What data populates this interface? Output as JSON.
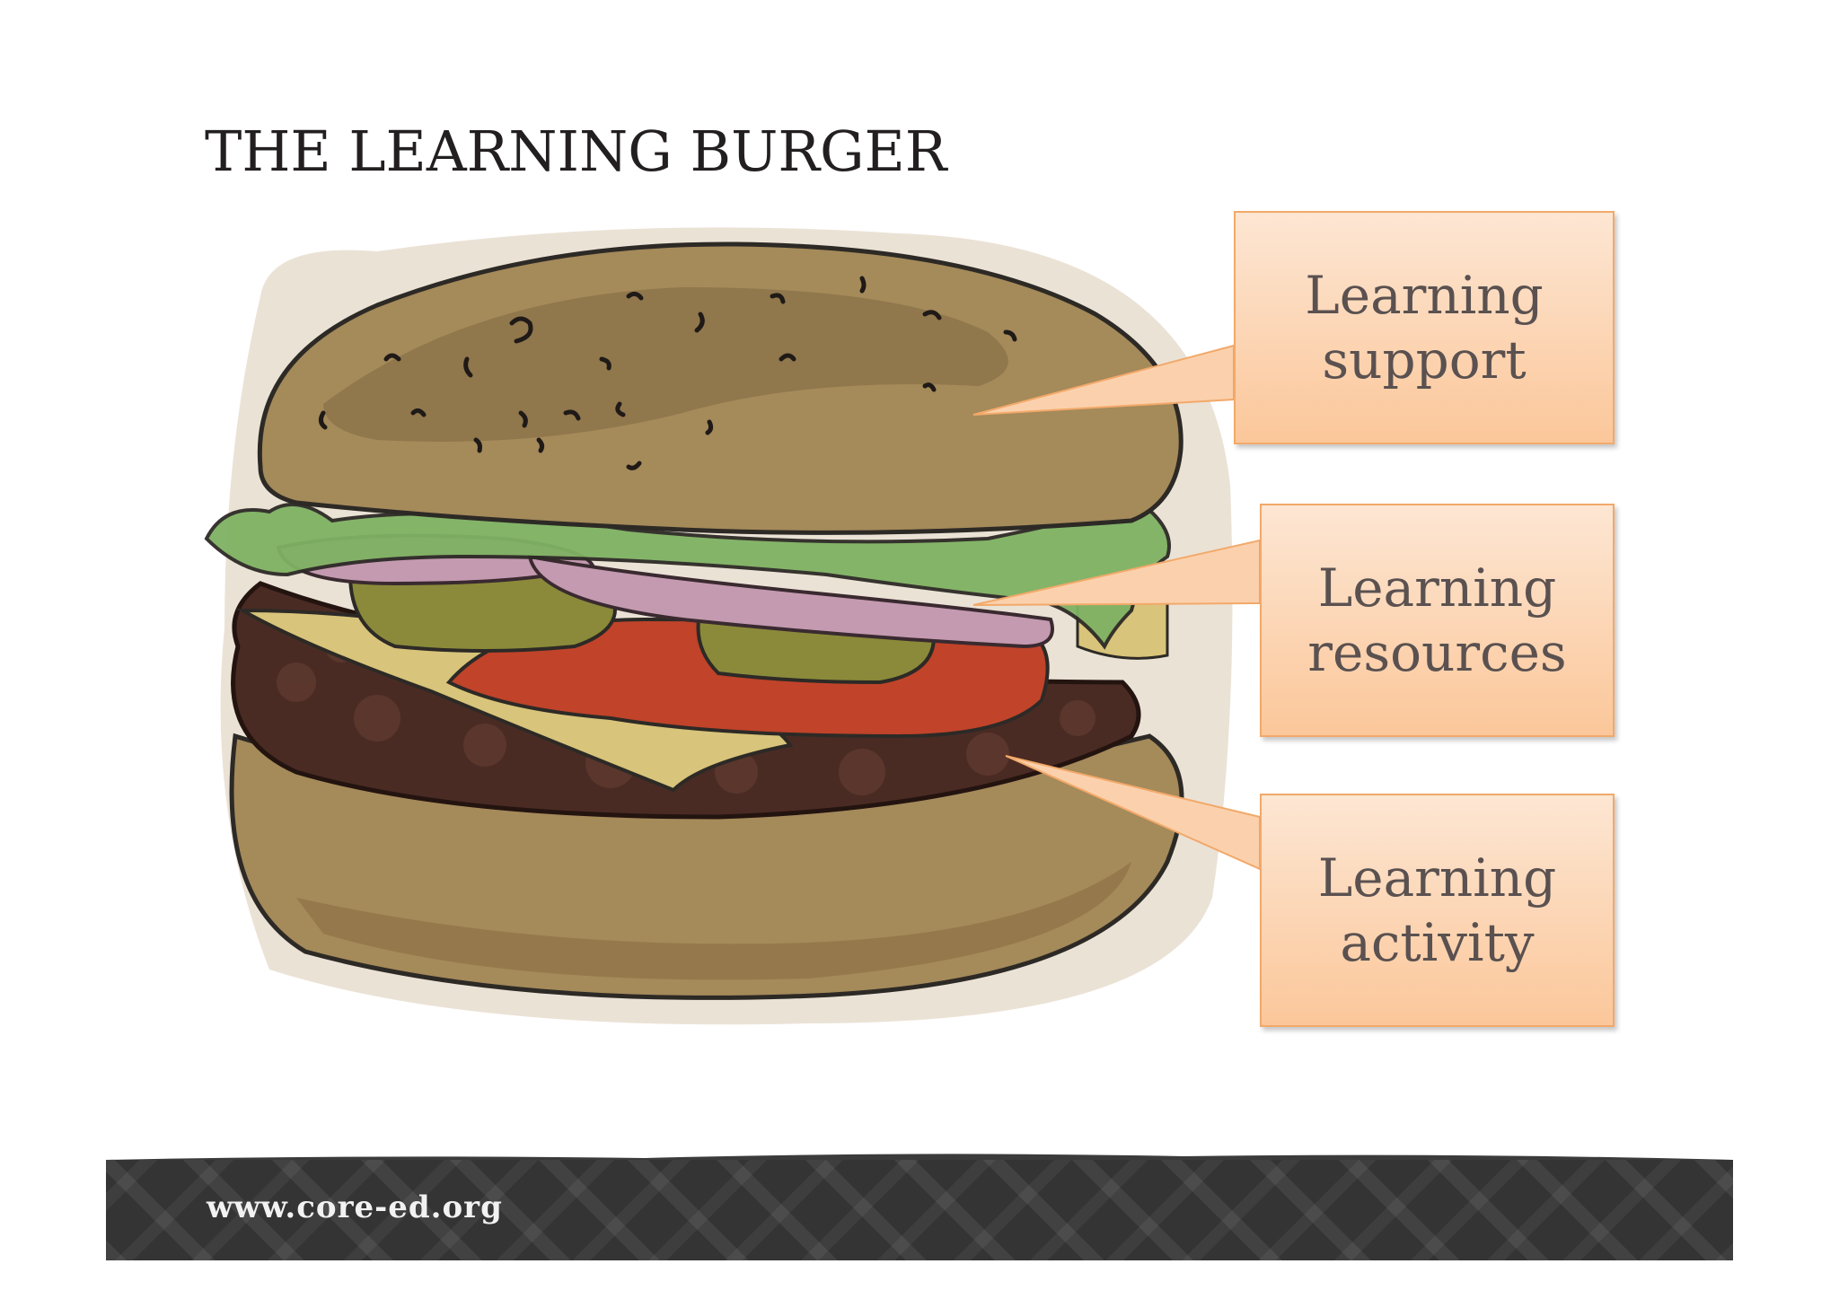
{
  "title": "THE LEARNING BURGER",
  "callouts": [
    {
      "id": "support",
      "text": "Learning\nsupport"
    },
    {
      "id": "resources",
      "text": "Learning\nresources"
    },
    {
      "id": "activity",
      "text": "Learning\nactivity"
    }
  ],
  "footer": {
    "url": "www.core-ed.org"
  },
  "colors": {
    "bun": "#a58a5a",
    "bun_dark": "#8a7048",
    "lettuce": "#7fb263",
    "onion": "#b48aa0",
    "pickle": "#8a8a3a",
    "tomato": "#c0432a",
    "cheese": "#d8c47a",
    "patty": "#4a2b24",
    "callout_fill_top": "#fde6d3",
    "callout_fill_bottom": "#fbc79a",
    "callout_border": "#f2a96a",
    "footer_bg": "#3b3b3b"
  }
}
